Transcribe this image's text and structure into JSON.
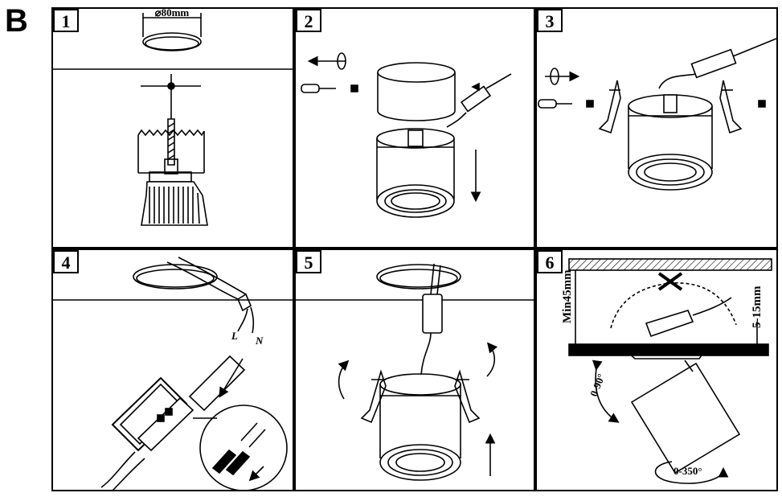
{
  "section_label": "B",
  "steps": [
    {
      "number": "1",
      "dimension": "⌀80mm"
    },
    {
      "number": "2"
    },
    {
      "number": "3"
    },
    {
      "number": "4",
      "wire_labels": {
        "live": "L",
        "neutral": "N"
      }
    },
    {
      "number": "5"
    },
    {
      "number": "6",
      "min_depth": "Min45mm",
      "ceiling_thickness": "5-15mm",
      "tilt": "0-90°",
      "rotation": "0-350°"
    }
  ]
}
